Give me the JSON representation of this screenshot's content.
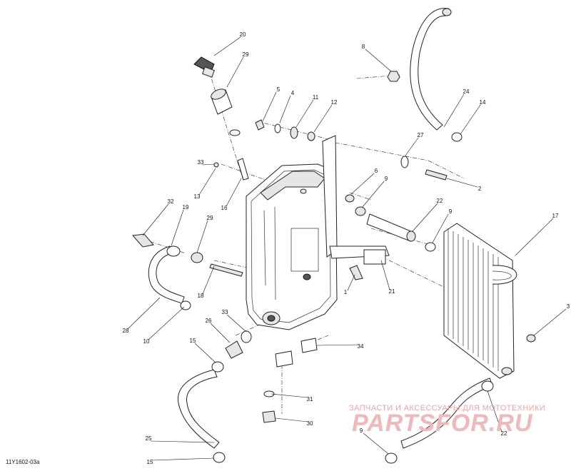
{
  "diagram": {
    "reference_code": "11Y1602-03a",
    "callouts": [
      "20",
      "29",
      "8",
      "5",
      "4",
      "11",
      "12",
      "24",
      "14",
      "27",
      "2",
      "33",
      "13",
      "16",
      "6",
      "9",
      "22",
      "9",
      "17",
      "32",
      "19",
      "29",
      "18",
      "1",
      "21",
      "28",
      "10",
      "33",
      "26",
      "15",
      "34",
      "3",
      "31",
      "30",
      "25",
      "15",
      "9",
      "22"
    ],
    "watermark": {
      "subtitle": "ЗАПЧАСТИ И АКСЕССУАРЫ ДЛЯ МОТОТЕХНИКИ",
      "logo": "PARTSFOR.RU"
    }
  }
}
